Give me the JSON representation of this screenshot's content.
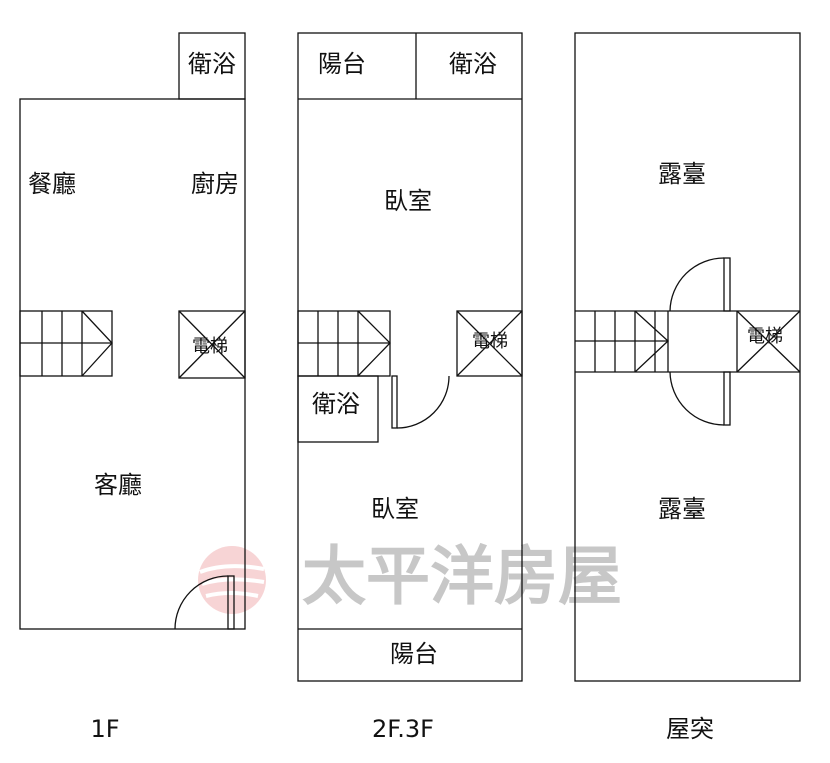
{
  "watermark": {
    "text": "太平洋房屋",
    "logo_color": "#e8888a"
  },
  "floor_1f": {
    "caption": "1F",
    "rooms": {
      "bath": "衛浴",
      "dining": "餐廳",
      "kitchen": "廚房",
      "elevator": "電梯",
      "living": "客廳"
    }
  },
  "floor_2f": {
    "caption": "2F.3F",
    "rooms": {
      "balcony_top": "陽台",
      "bath_top": "衛浴",
      "bedroom_1": "臥室",
      "elevator": "電梯",
      "bath_mid": "衛浴",
      "bedroom_2": "臥室",
      "balcony_bottom": "陽台"
    }
  },
  "floor_roof": {
    "caption": "屋突",
    "rooms": {
      "terrace_1": "露臺",
      "elevator": "電梯",
      "terrace_2": "露臺"
    }
  }
}
